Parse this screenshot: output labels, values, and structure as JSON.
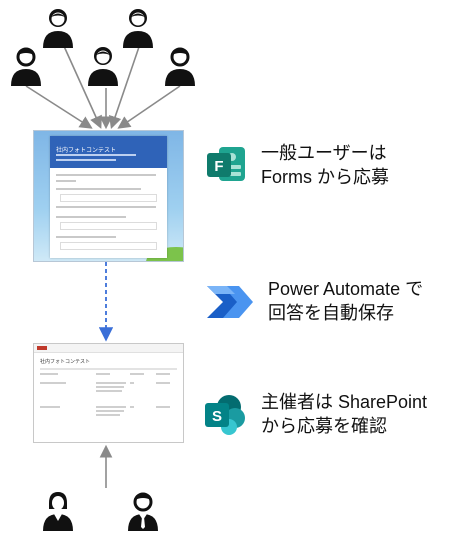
{
  "forms_screenshot": {
    "title": "社内フォトコンテスト"
  },
  "sharepoint_screenshot": {
    "title": "社内フォトコンテスト"
  },
  "steps": [
    {
      "icon": "microsoft-forms-icon",
      "icon_letter": "F",
      "line1": "一般ユーザーは",
      "line2": "Forms から応募"
    },
    {
      "icon": "power-automate-icon",
      "line1": "Power Automate で",
      "line2": "回答を自動保存"
    },
    {
      "icon": "sharepoint-icon",
      "icon_letter": "S",
      "line1": "主催者は SharePoint",
      "line2": "から応募を確認"
    }
  ],
  "colors": {
    "forms_green": "#0f7b6c",
    "automate_blue": "#2a6fdb",
    "sharepoint_teal": "#038387",
    "dashed_arrow": "#3a6fd8",
    "arrow_gray": "#8a8a8a"
  }
}
